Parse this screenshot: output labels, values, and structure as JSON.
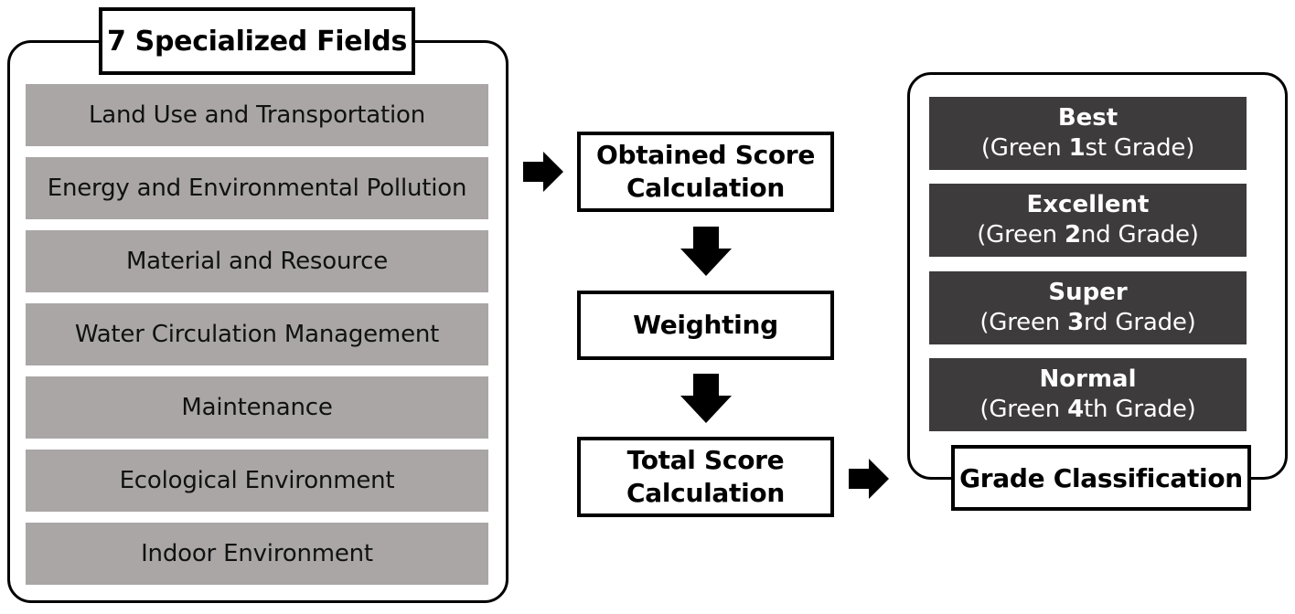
{
  "specialized_fields": {
    "title": "7 Specialized Fields",
    "items": [
      "Land Use and Transportation",
      "Energy and Environmental Pollution",
      "Material and Resource",
      "Water Circulation Management",
      "Maintenance",
      "Ecological Environment",
      "Indoor Environment"
    ]
  },
  "process": {
    "step1_line1": "Obtained Score",
    "step1_line2": "Calculation",
    "step2": "Weighting",
    "step3_line1": "Total Score",
    "step3_line2": "Calculation"
  },
  "grade_classification": {
    "title": "Grade Classification",
    "grades": [
      {
        "name": "Best",
        "prefix": "(Green ",
        "num": "1",
        "suffix": "st Grade)"
      },
      {
        "name": "Excellent",
        "prefix": "(Green ",
        "num": "2",
        "suffix": "nd Grade)"
      },
      {
        "name": "Super",
        "prefix": "(Green ",
        "num": "3",
        "suffix": "rd Grade)"
      },
      {
        "name": "Normal",
        "prefix": "(Green ",
        "num": "4",
        "suffix": "th Grade)"
      }
    ]
  },
  "colors": {
    "field_fill": "#aaa6a6",
    "grade_fill": "#3d3b3b",
    "border": "#000000"
  }
}
